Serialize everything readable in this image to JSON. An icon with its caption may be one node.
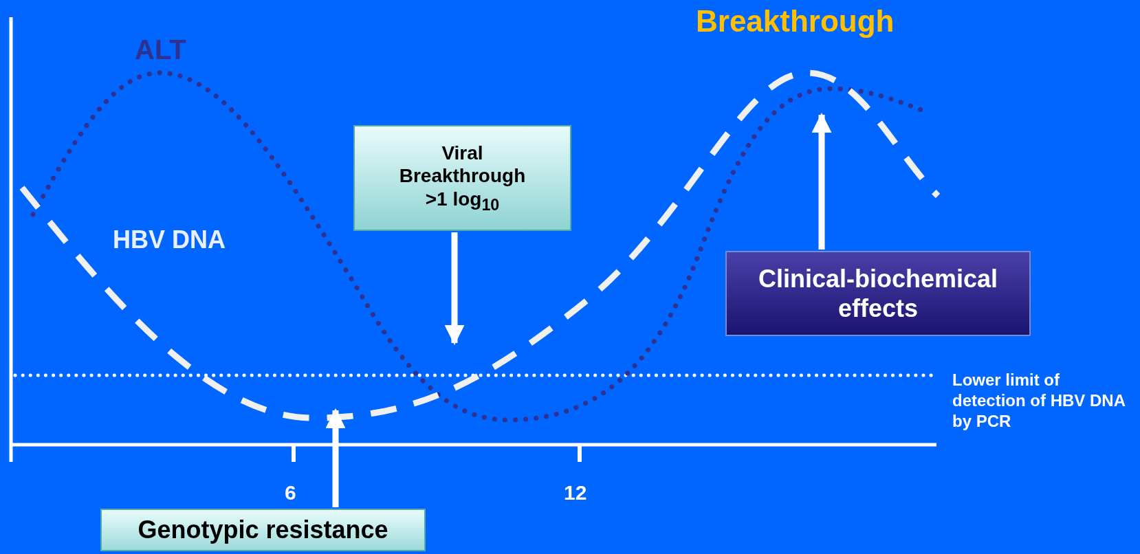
{
  "diagram": {
    "nodes": [
      {
        "text": [
          "Viral Breakthrough >1 log$_{10}$"
        ]
      },
      {
        "text": [
          "Clinical-biochemical effects"
        ]
      },
      {
        "text": [
          "Genotypic resistance"
        ]
      }
    ],
    "edges": [
      {
        "from": 0,
        "to": null,
        "arrow": "to"
      },
      {
        "from": 1,
        "to": null,
        "arrow": "to"
      },
      {
        "from": 2,
        "to": null,
        "arrow": "to"
      }
    ],
    "labels": [
      "Breakthrough",
      "ALT",
      "HBV DNA",
      "Lower limit of detection of HBV DNA by PCR",
      "6",
      "12"
    ]
  }
}
